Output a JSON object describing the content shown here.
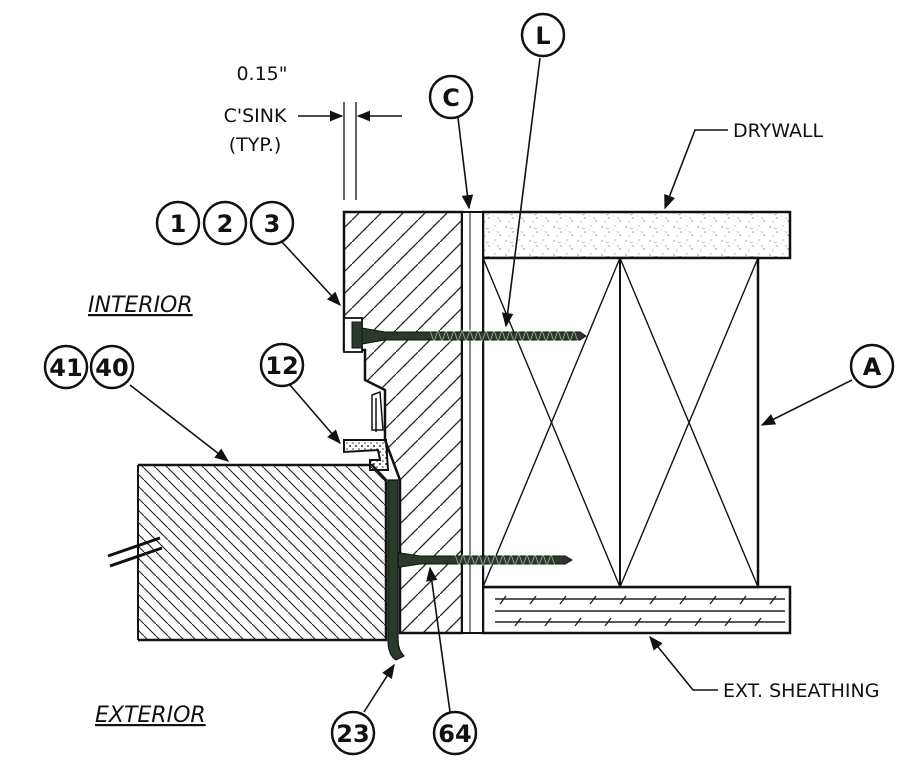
{
  "labels": {
    "countersink_line1": "0.15\"",
    "countersink_line2": "C'SINK",
    "countersink_line3": "(TYP.)",
    "drywall": "DRYWALL",
    "interior": "INTERIOR",
    "exterior": "EXTERIOR",
    "ext_sheathing": "EXT. SHEATHING"
  },
  "callouts": {
    "c1": "1",
    "c2": "2",
    "c3": "3",
    "c12": "12",
    "c23": "23",
    "c40": "40",
    "c41": "41",
    "c64": "64",
    "cA": "A",
    "cC": "C",
    "cL": "L"
  }
}
